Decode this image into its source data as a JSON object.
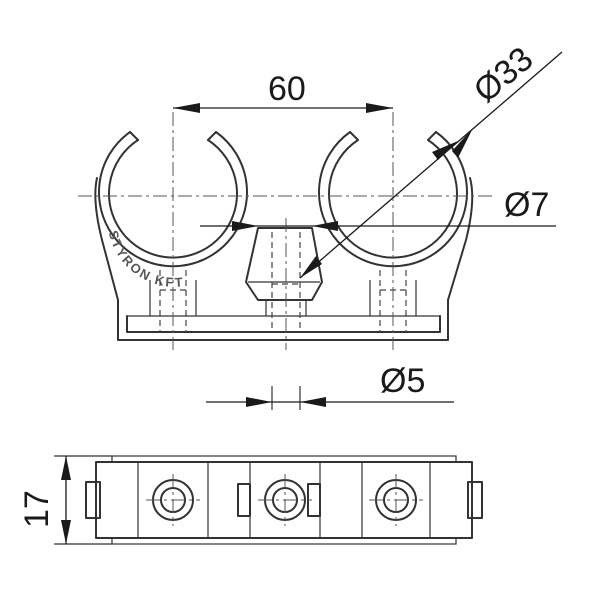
{
  "dimensions": {
    "spacing": "60",
    "pipe_diameter": "Ø33",
    "hole_diameter": "Ø7",
    "screw_diameter": "Ø5",
    "height": "17"
  },
  "embossed_text": "STYRON KFT",
  "colors": {
    "line": "#333333",
    "text": "#1a1a1a",
    "background": "#ffffff"
  }
}
